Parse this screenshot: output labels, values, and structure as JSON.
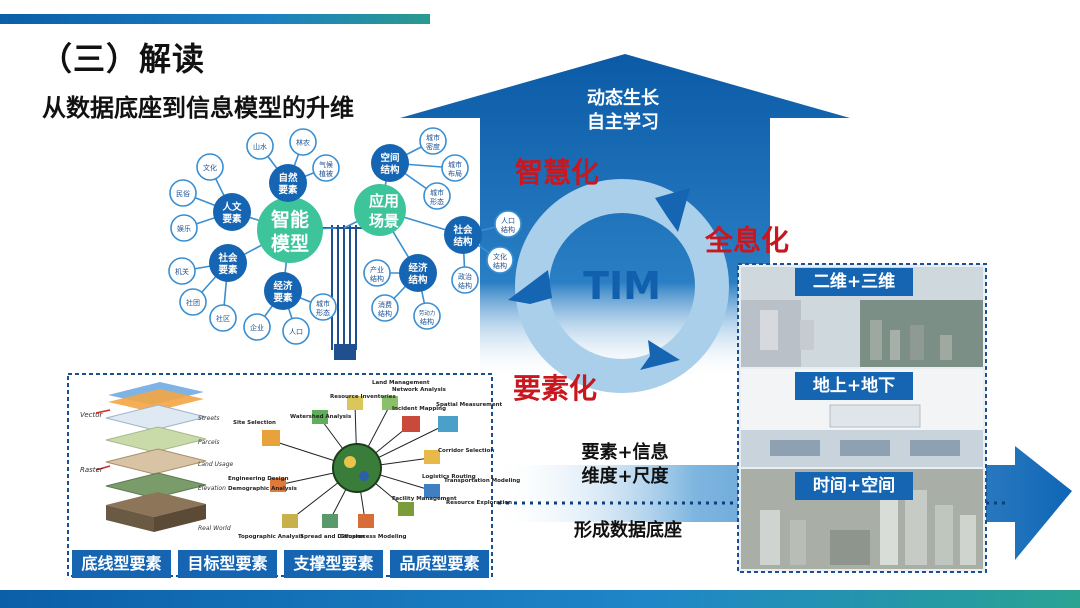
{
  "title": "（三）解读",
  "subtitle": "从数据底座到信息模型的升维",
  "arrow_text": [
    "动态生长",
    "自主学习"
  ],
  "cycle": {
    "center": "TIM",
    "top": "智慧化",
    "right": "全息化",
    "bottom": "要素化"
  },
  "tree": {
    "left_hub": [
      "智能",
      "模型"
    ],
    "right_hub": [
      "应用",
      "场景"
    ],
    "nodes": [
      {
        "id": "ziran",
        "label": [
          "自然",
          "要素"
        ]
      },
      {
        "id": "renwen",
        "label": [
          "人文",
          "要素"
        ]
      },
      {
        "id": "shehui_l",
        "label": [
          "社会",
          "要素"
        ]
      },
      {
        "id": "jingji_l",
        "label": [
          "经济",
          "要素"
        ]
      },
      {
        "id": "kongjian",
        "label": [
          "空间",
          "结构"
        ]
      },
      {
        "id": "shehui_r",
        "label": [
          "社会",
          "结构"
        ]
      },
      {
        "id": "jingji_r",
        "label": [
          "经济",
          "结构"
        ]
      }
    ],
    "leaves": [
      {
        "id": "shanshui",
        "label": [
          "山水"
        ]
      },
      {
        "id": "linnong",
        "label": [
          "林农"
        ]
      },
      {
        "id": "qihou",
        "label": [
          "气候",
          "植被"
        ]
      },
      {
        "id": "wenhua_l",
        "label": [
          "文化"
        ]
      },
      {
        "id": "minsu",
        "label": [
          "民俗"
        ]
      },
      {
        "id": "yule",
        "label": [
          "娱乐"
        ]
      },
      {
        "id": "jiguan",
        "label": [
          "机关"
        ]
      },
      {
        "id": "shetuan",
        "label": [
          "社团"
        ]
      },
      {
        "id": "shequ",
        "label": [
          "社区"
        ]
      },
      {
        "id": "qiye",
        "label": [
          "企业"
        ]
      },
      {
        "id": "renkou_l",
        "label": [
          "人口"
        ]
      },
      {
        "id": "chengshi_xingtai_l",
        "label": [
          "城市",
          "形态"
        ]
      },
      {
        "id": "chengshi_midu",
        "label": [
          "城市",
          "密度"
        ]
      },
      {
        "id": "chengshi_buju",
        "label": [
          "城市",
          "布局"
        ]
      },
      {
        "id": "chengshi_xingtai_r",
        "label": [
          "城市",
          "形态"
        ]
      },
      {
        "id": "renkou_r",
        "label": [
          "人口",
          "结构"
        ]
      },
      {
        "id": "wenhua_r",
        "label": [
          "文化",
          "结构"
        ]
      },
      {
        "id": "zhengzhi",
        "label": [
          "政治",
          "结构"
        ]
      },
      {
        "id": "chanye",
        "label": [
          "产业",
          "结构"
        ]
      },
      {
        "id": "xiaofei",
        "label": [
          "消费",
          "结构"
        ]
      },
      {
        "id": "laodongli",
        "label": [
          "劳动力",
          "结构"
        ]
      }
    ]
  },
  "mid": {
    "line1": "要素+信息",
    "line2": "维度+尺度",
    "line3": "形成数据底座"
  },
  "panel_labels": [
    "二维+三维",
    "地上+地下",
    "时间+空间"
  ],
  "bottom_tags": [
    "底线型要素",
    "目标型要素",
    "支撑型要素",
    "品质型要素"
  ],
  "gis_labels": [
    "Vector",
    "Raster",
    "Streets",
    "Parcels",
    "Land Usage",
    "Elevation",
    "Real World",
    "Site Selection",
    "Watershed Analysis",
    "Resource Inventories",
    "Land Management",
    "Network Analysis",
    "Incident Mapping",
    "Spatial Measurement",
    "Corridor Selection",
    "Transportation Modeling",
    "Logistics Routing",
    "Facility Management",
    "Resource Exploration",
    "Geoprocess Modeling",
    "Spread and Diffusion",
    "Topographic Analysis",
    "Demographic Analysis",
    "Engineering Design"
  ],
  "colors": {
    "primary_blue": "#1565b3",
    "accent_green": "#3ec49a",
    "accent_red": "#c8171e",
    "ring_blue": "#a9cfea"
  }
}
